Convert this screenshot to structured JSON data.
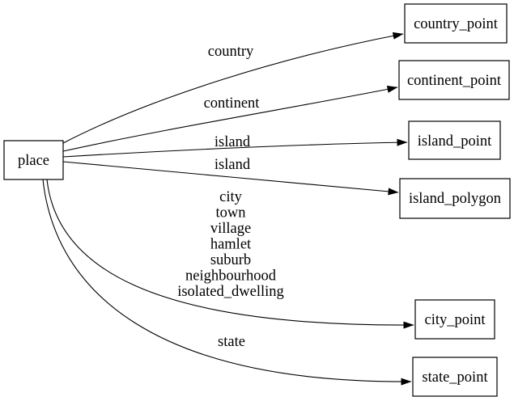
{
  "diagram": {
    "type": "directed-graph",
    "colors": {
      "background": "#ffffff",
      "stroke": "#000000",
      "text": "#000000",
      "node_fill": "#ffffff"
    },
    "nodes": {
      "place": {
        "label": "place"
      },
      "country_point": {
        "label": "country_point"
      },
      "continent_point": {
        "label": "continent_point"
      },
      "island_point": {
        "label": "island_point"
      },
      "island_polygon": {
        "label": "island_polygon"
      },
      "city_point": {
        "label": "city_point"
      },
      "state_point": {
        "label": "state_point"
      }
    },
    "edges": [
      {
        "from": "place",
        "to": "country_point",
        "label": "country"
      },
      {
        "from": "place",
        "to": "continent_point",
        "label": "continent"
      },
      {
        "from": "place",
        "to": "island_point",
        "label": "island"
      },
      {
        "from": "place",
        "to": "island_polygon",
        "label": "island"
      },
      {
        "from": "place",
        "to": "city_point",
        "label_lines": [
          "city",
          "town",
          "village",
          "hamlet",
          "suburb",
          "neighbourhood",
          "isolated_dwelling"
        ]
      },
      {
        "from": "place",
        "to": "state_point",
        "label": "state"
      }
    ]
  }
}
